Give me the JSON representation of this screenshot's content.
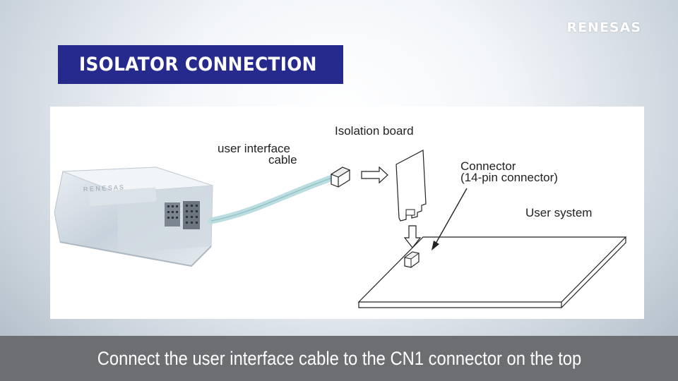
{
  "header": {
    "logo_text": "RENESAS",
    "title": "ISOLATOR CONNECTION"
  },
  "diagram": {
    "labels": {
      "isolation_board": "Isolation board",
      "cable_line1": "user interface",
      "cable_line2": "cable",
      "connector_line1": "Connector",
      "connector_line2": "(14-pin connector)",
      "user_system": "User system"
    }
  },
  "caption": {
    "text": "Connect the user interface cable to the CN1 connector on the top"
  },
  "colors": {
    "title_bg": "#262a8c",
    "caption_bg": "#6c6e72",
    "cable": "#b9dde0"
  }
}
